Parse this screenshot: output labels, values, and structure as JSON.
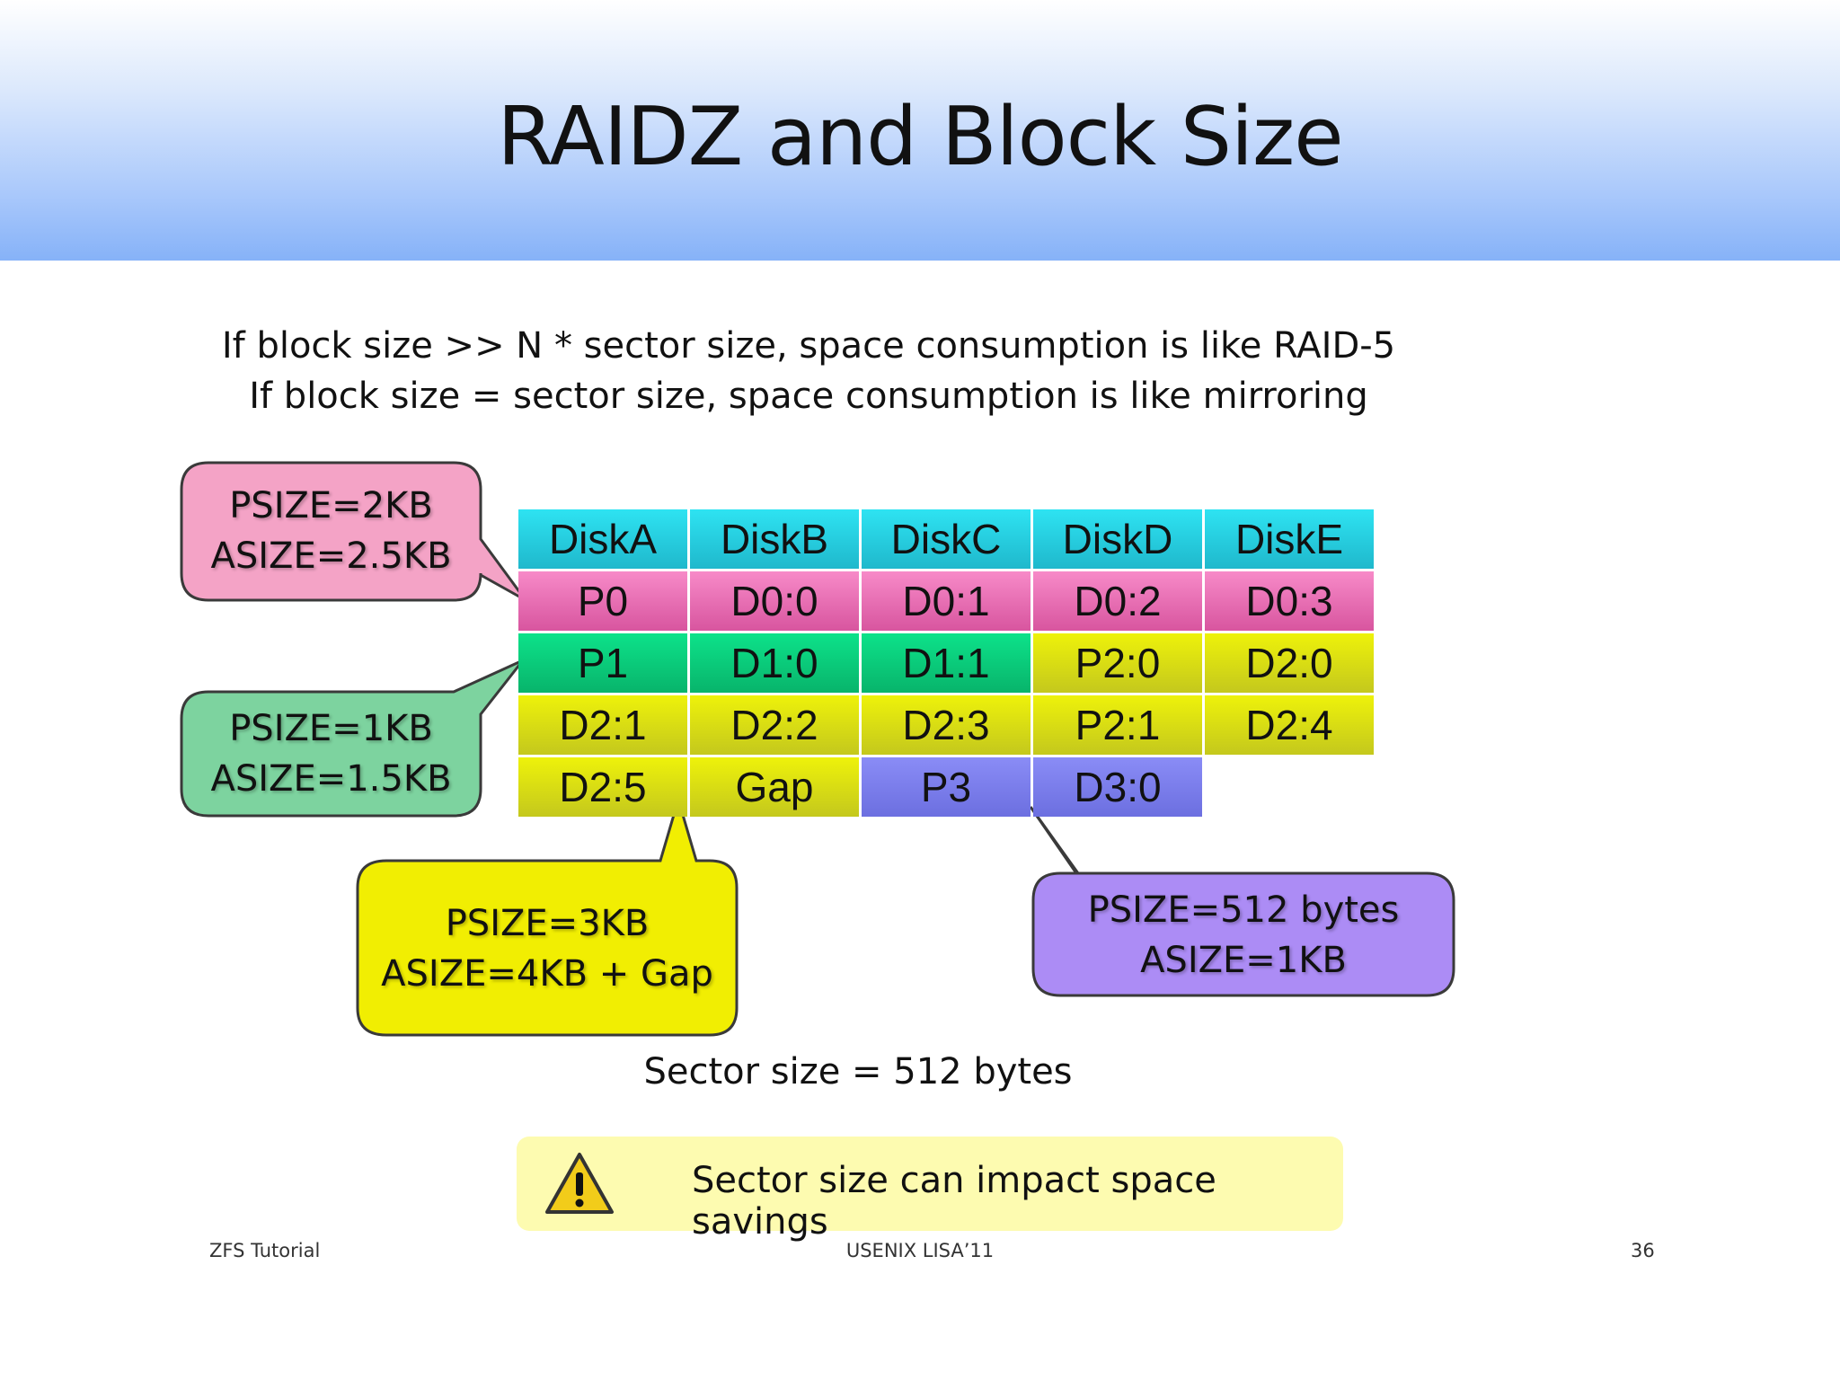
{
  "slide": {
    "title": "RAIDZ and Block Size",
    "lines": [
      "If block size >> N * sector size, space consumption is like RAID-5",
      "If block size = sector size, space consumption is like mirroring"
    ],
    "sector_note": "Sector size = 512 bytes",
    "warning": {
      "icon": "warning-icon",
      "text": "Sector size can impact space savings"
    },
    "footer": {
      "left": "ZFS Tutorial",
      "center": "USENIX LISA’11",
      "right": "36"
    }
  },
  "colors": {
    "header": "#2ee3f2",
    "pink": "#f78ac8",
    "green": "#0de28a",
    "yellow": "#eef20a",
    "purple": "#8a8cf6"
  },
  "grid": {
    "headers": [
      "DiskA",
      "DiskB",
      "DiskC",
      "DiskD",
      "DiskE"
    ],
    "rows": [
      [
        {
          "label": "P0",
          "color": "pink"
        },
        {
          "label": "D0:0",
          "color": "pink"
        },
        {
          "label": "D0:1",
          "color": "pink"
        },
        {
          "label": "D0:2",
          "color": "pink"
        },
        {
          "label": "D0:3",
          "color": "pink"
        }
      ],
      [
        {
          "label": "P1",
          "color": "green"
        },
        {
          "label": "D1:0",
          "color": "green"
        },
        {
          "label": "D1:1",
          "color": "green"
        },
        {
          "label": "P2:0",
          "color": "yellow"
        },
        {
          "label": "D2:0",
          "color": "yellow"
        }
      ],
      [
        {
          "label": "D2:1",
          "color": "yellow"
        },
        {
          "label": "D2:2",
          "color": "yellow"
        },
        {
          "label": "D2:3",
          "color": "yellow"
        },
        {
          "label": "P2:1",
          "color": "yellow"
        },
        {
          "label": "D2:4",
          "color": "yellow"
        }
      ],
      [
        {
          "label": "D2:5",
          "color": "yellow"
        },
        {
          "label": "Gap",
          "color": "yellow"
        },
        {
          "label": "P3",
          "color": "purple"
        },
        {
          "label": "D3:0",
          "color": "purple"
        },
        {
          "label": "",
          "color": "empty"
        }
      ]
    ]
  },
  "callouts": {
    "pink": {
      "line1": "PSIZE=2KB",
      "line2": "ASIZE=2.5KB"
    },
    "green": {
      "line1": "PSIZE=1KB",
      "line2": "ASIZE=1.5KB"
    },
    "yellow": {
      "line1": "PSIZE=3KB",
      "line2": "ASIZE=4KB + Gap"
    },
    "purple": {
      "line1": "PSIZE=512 bytes",
      "line2": "ASIZE=1KB"
    }
  }
}
